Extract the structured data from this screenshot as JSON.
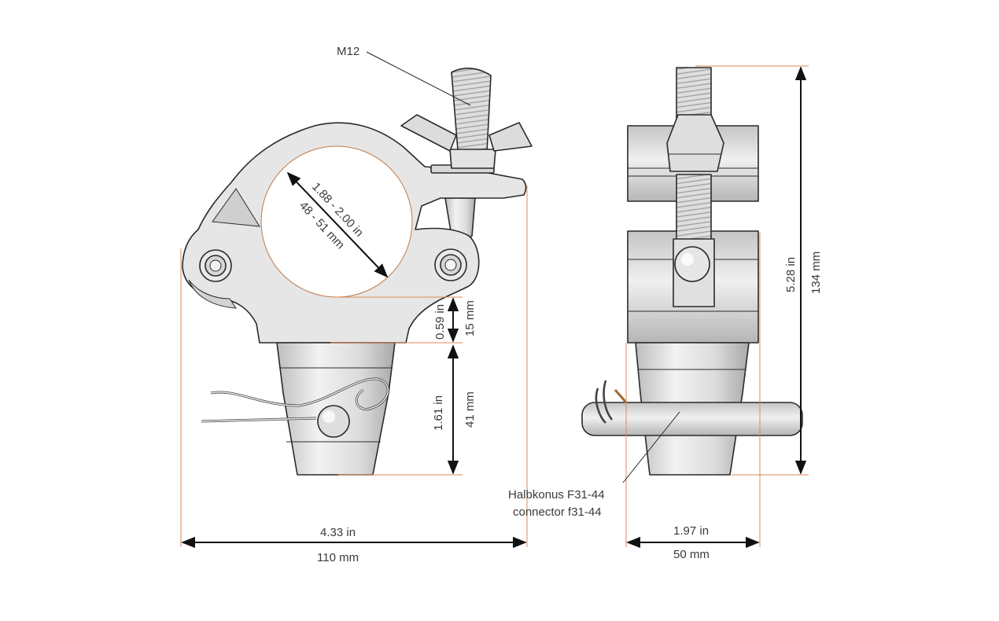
{
  "labels": {
    "thread": "M12",
    "tube_in": "1.88 - 2.00 in",
    "tube_mm": "48 - 51 mm",
    "gap_in": "0.59 in",
    "gap_mm": "15 mm",
    "cone_in": "1.61 in",
    "cone_mm": "41 mm",
    "width_in": "4.33 in",
    "width_mm": "110 mm",
    "depth_in": "1.97 in",
    "depth_mm": "50 mm",
    "height_in": "5.28 in",
    "height_mm": "134 mm",
    "connector_de": "Halbkonus F31-44",
    "connector_en": "connector f31-44"
  },
  "colors": {
    "body_fill": "#e6e6e6",
    "shade": "#c9c9c9",
    "dimension_line": "#111111",
    "extension_line": "#e28a55"
  }
}
